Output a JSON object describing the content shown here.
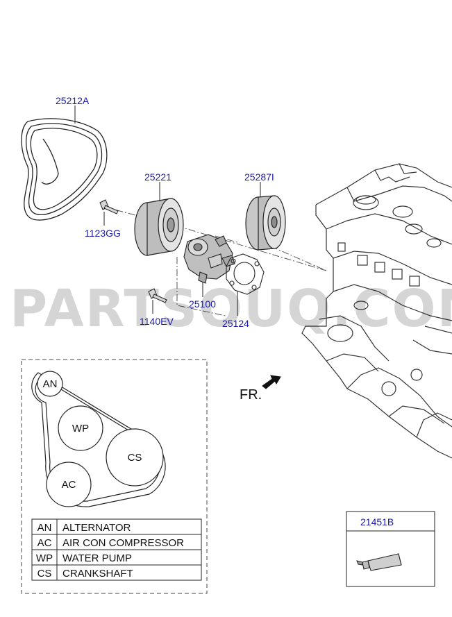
{
  "callouts": {
    "belt": "25212A",
    "idler_pulley": "25221",
    "tensioner_pulley": "25287I",
    "bolt_upper": "1123GG",
    "bolt_lower": "1140EV",
    "water_pump": "25100",
    "gasket": "25124",
    "sealant": "21451B"
  },
  "direction_label": "FR.",
  "watermark": "PARTSOUQ.COM",
  "belt_routing": {
    "pulleys": [
      "AN",
      "WP",
      "CS",
      "AC"
    ]
  },
  "legend": [
    {
      "code": "AN",
      "name": "ALTERNATOR"
    },
    {
      "code": "AC",
      "name": "AIR CON COMPRESSOR"
    },
    {
      "code": "WP",
      "name": "WATER PUMP"
    },
    {
      "code": "CS",
      "name": "CRANKSHAFT"
    }
  ],
  "colors": {
    "callout": "#1a1aa6",
    "line": "#222222",
    "watermark": "#000000"
  }
}
